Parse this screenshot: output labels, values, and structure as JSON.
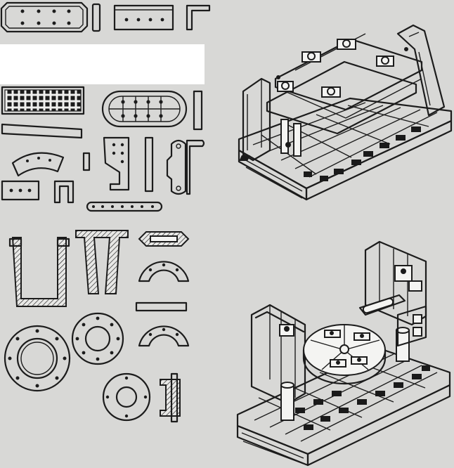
{
  "figure": {
    "kind": "technical line drawing",
    "palette": {
      "paper": "#d8d8d6",
      "ink": "#1c1c1c",
      "blank_patch": "#ffffff"
    },
    "groups": [
      {
        "name": "flat-plate-elements",
        "count": 14
      },
      {
        "name": "ring-flange-elements",
        "count": 11
      },
      {
        "name": "assembled-fixture-rectangular-table",
        "count": 1
      },
      {
        "name": "assembled-fixture-rotary-table",
        "count": 1
      }
    ]
  }
}
